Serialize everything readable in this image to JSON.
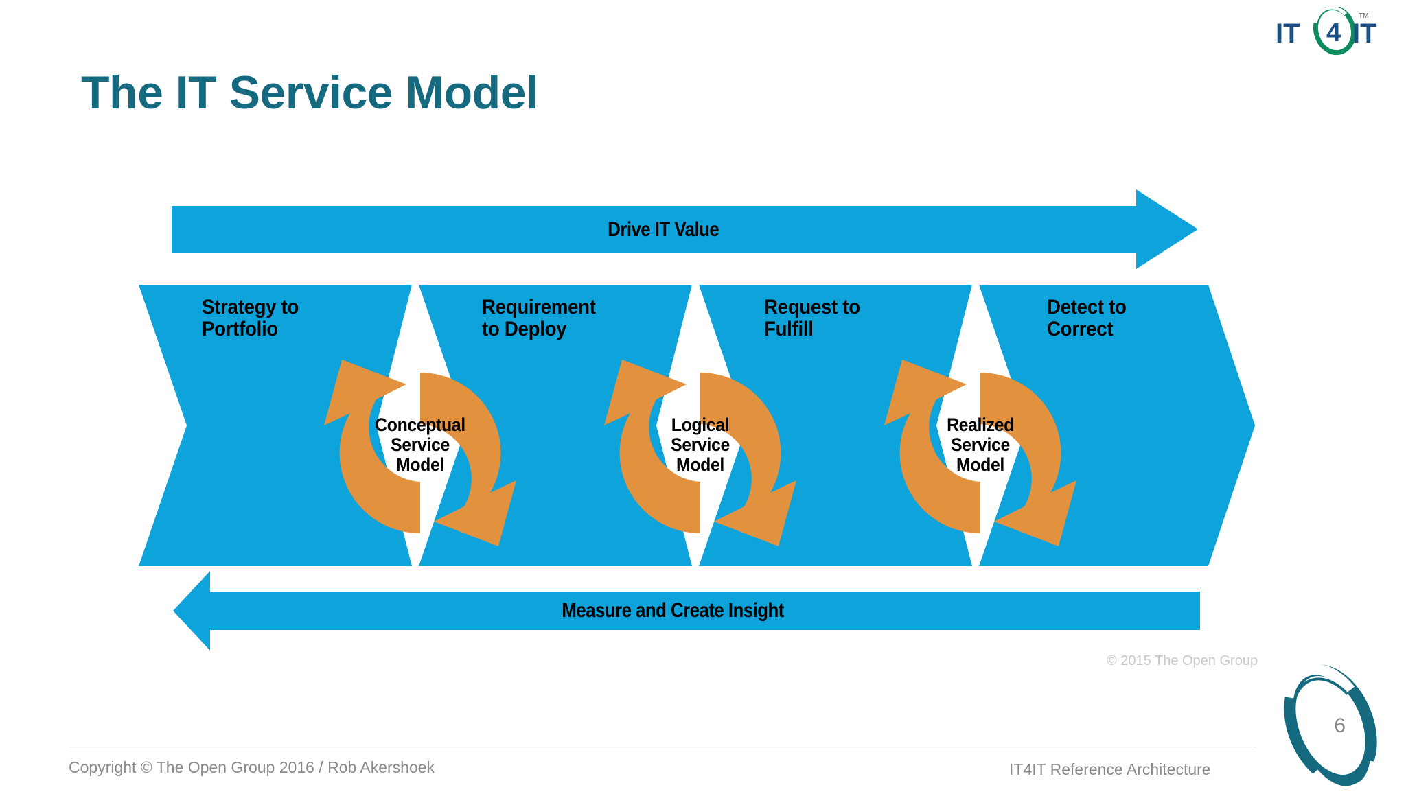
{
  "slide": {
    "title": "The IT Service Model",
    "page_number": "6",
    "accent_teal": "#156a80",
    "accent_blue": "#0fa3db",
    "accent_orange": "#e2923f",
    "logo_blue": "#1b4f87",
    "logo_green": "#0f8c5e"
  },
  "brand_logo": {
    "left_text": "IT",
    "center_text": "4",
    "right_text": "IT",
    "trademark": "TM"
  },
  "diagram": {
    "top_band": {
      "label": "Drive IT Value",
      "direction": "right"
    },
    "bottom_band": {
      "label": "Measure and Create Insight",
      "direction": "left"
    },
    "value_streams": [
      {
        "label": "Strategy to\nPortfolio"
      },
      {
        "label": "Requirement\nto Deploy"
      },
      {
        "label": "Request to\nFulfill"
      },
      {
        "label": "Detect to\nCorrect"
      }
    ],
    "service_models": [
      {
        "label": "Conceptual\nService\nModel"
      },
      {
        "label": "Logical\nService\nModel"
      },
      {
        "label": "Realized\nService\nModel"
      }
    ],
    "copyright_note": "© 2015 The Open Group"
  },
  "footer": {
    "left": "Copyright © The Open Group 2016 / Rob Akershoek",
    "right": "IT4IT Reference Architecture"
  }
}
